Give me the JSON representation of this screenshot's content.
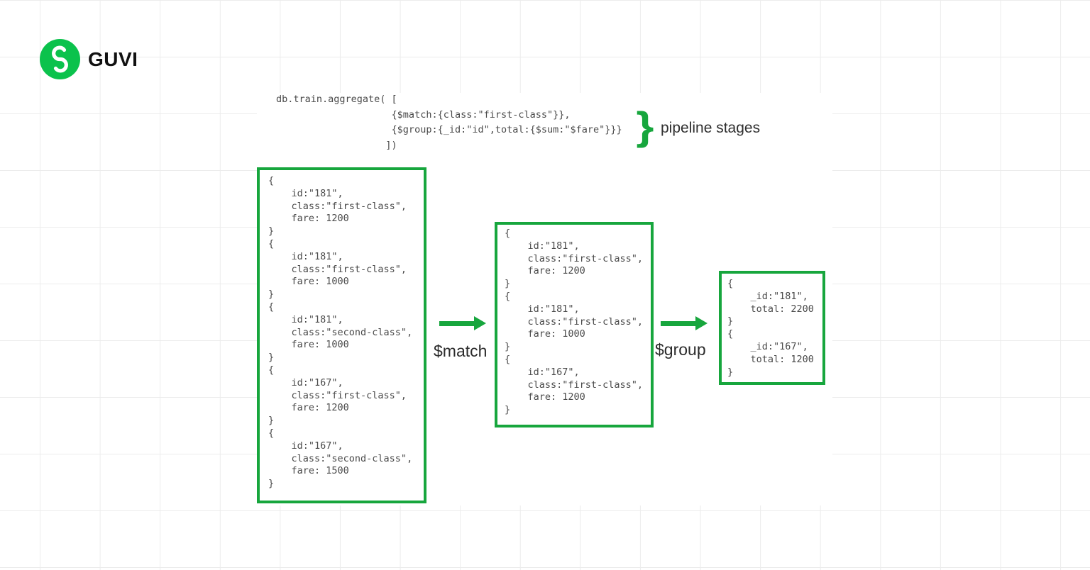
{
  "header": {
    "brand": "GUVI"
  },
  "code_block": {
    "lines": [
      "db.train.aggregate( [",
      "                    {$match:{class:\"first-class\"}},",
      "                    {$group:{_id:\"id\",total:{$sum:\"$fare\"}}}",
      "                   ])"
    ]
  },
  "pipeline_annotation": {
    "brace_glyph": "}",
    "label": "pipeline stages"
  },
  "stage_labels": {
    "match": "$match",
    "group": "$group"
  },
  "boxes": {
    "input": {
      "lines": [
        "{",
        "    id:\"181\",",
        "    class:\"first-class\",",
        "    fare: 1200",
        "}",
        "{",
        "    id:\"181\",",
        "    class:\"first-class\",",
        "    fare: 1000",
        "}",
        "{",
        "    id:\"181\",",
        "    class:\"second-class\",",
        "    fare: 1000",
        "}",
        "{",
        "    id:\"167\",",
        "    class:\"first-class\",",
        "    fare: 1200",
        "}",
        "{",
        "    id:\"167\",",
        "    class:\"second-class\",",
        "    fare: 1500",
        "}"
      ]
    },
    "after_match": {
      "lines": [
        "{",
        "    id:\"181\",",
        "    class:\"first-class\",",
        "    fare: 1200",
        "}",
        "{",
        "    id:\"181\",",
        "    class:\"first-class\",",
        "    fare: 1000",
        "}",
        "{",
        "    id:\"167\",",
        "    class:\"first-class\",",
        "    fare: 1200",
        "}"
      ]
    },
    "after_group": {
      "lines": [
        "{",
        "    _id:\"181\",",
        "    total: 2200",
        "}",
        "{",
        "    _id:\"167\",",
        "    total: 1200",
        "}"
      ]
    }
  },
  "colors": {
    "accent_green": "#17a63d",
    "logo_green": "#0bc24c",
    "code_text": "#4a4a4a",
    "label_text": "#2f2f2f",
    "brand_text": "#111111",
    "grid_line": "#ececec"
  }
}
